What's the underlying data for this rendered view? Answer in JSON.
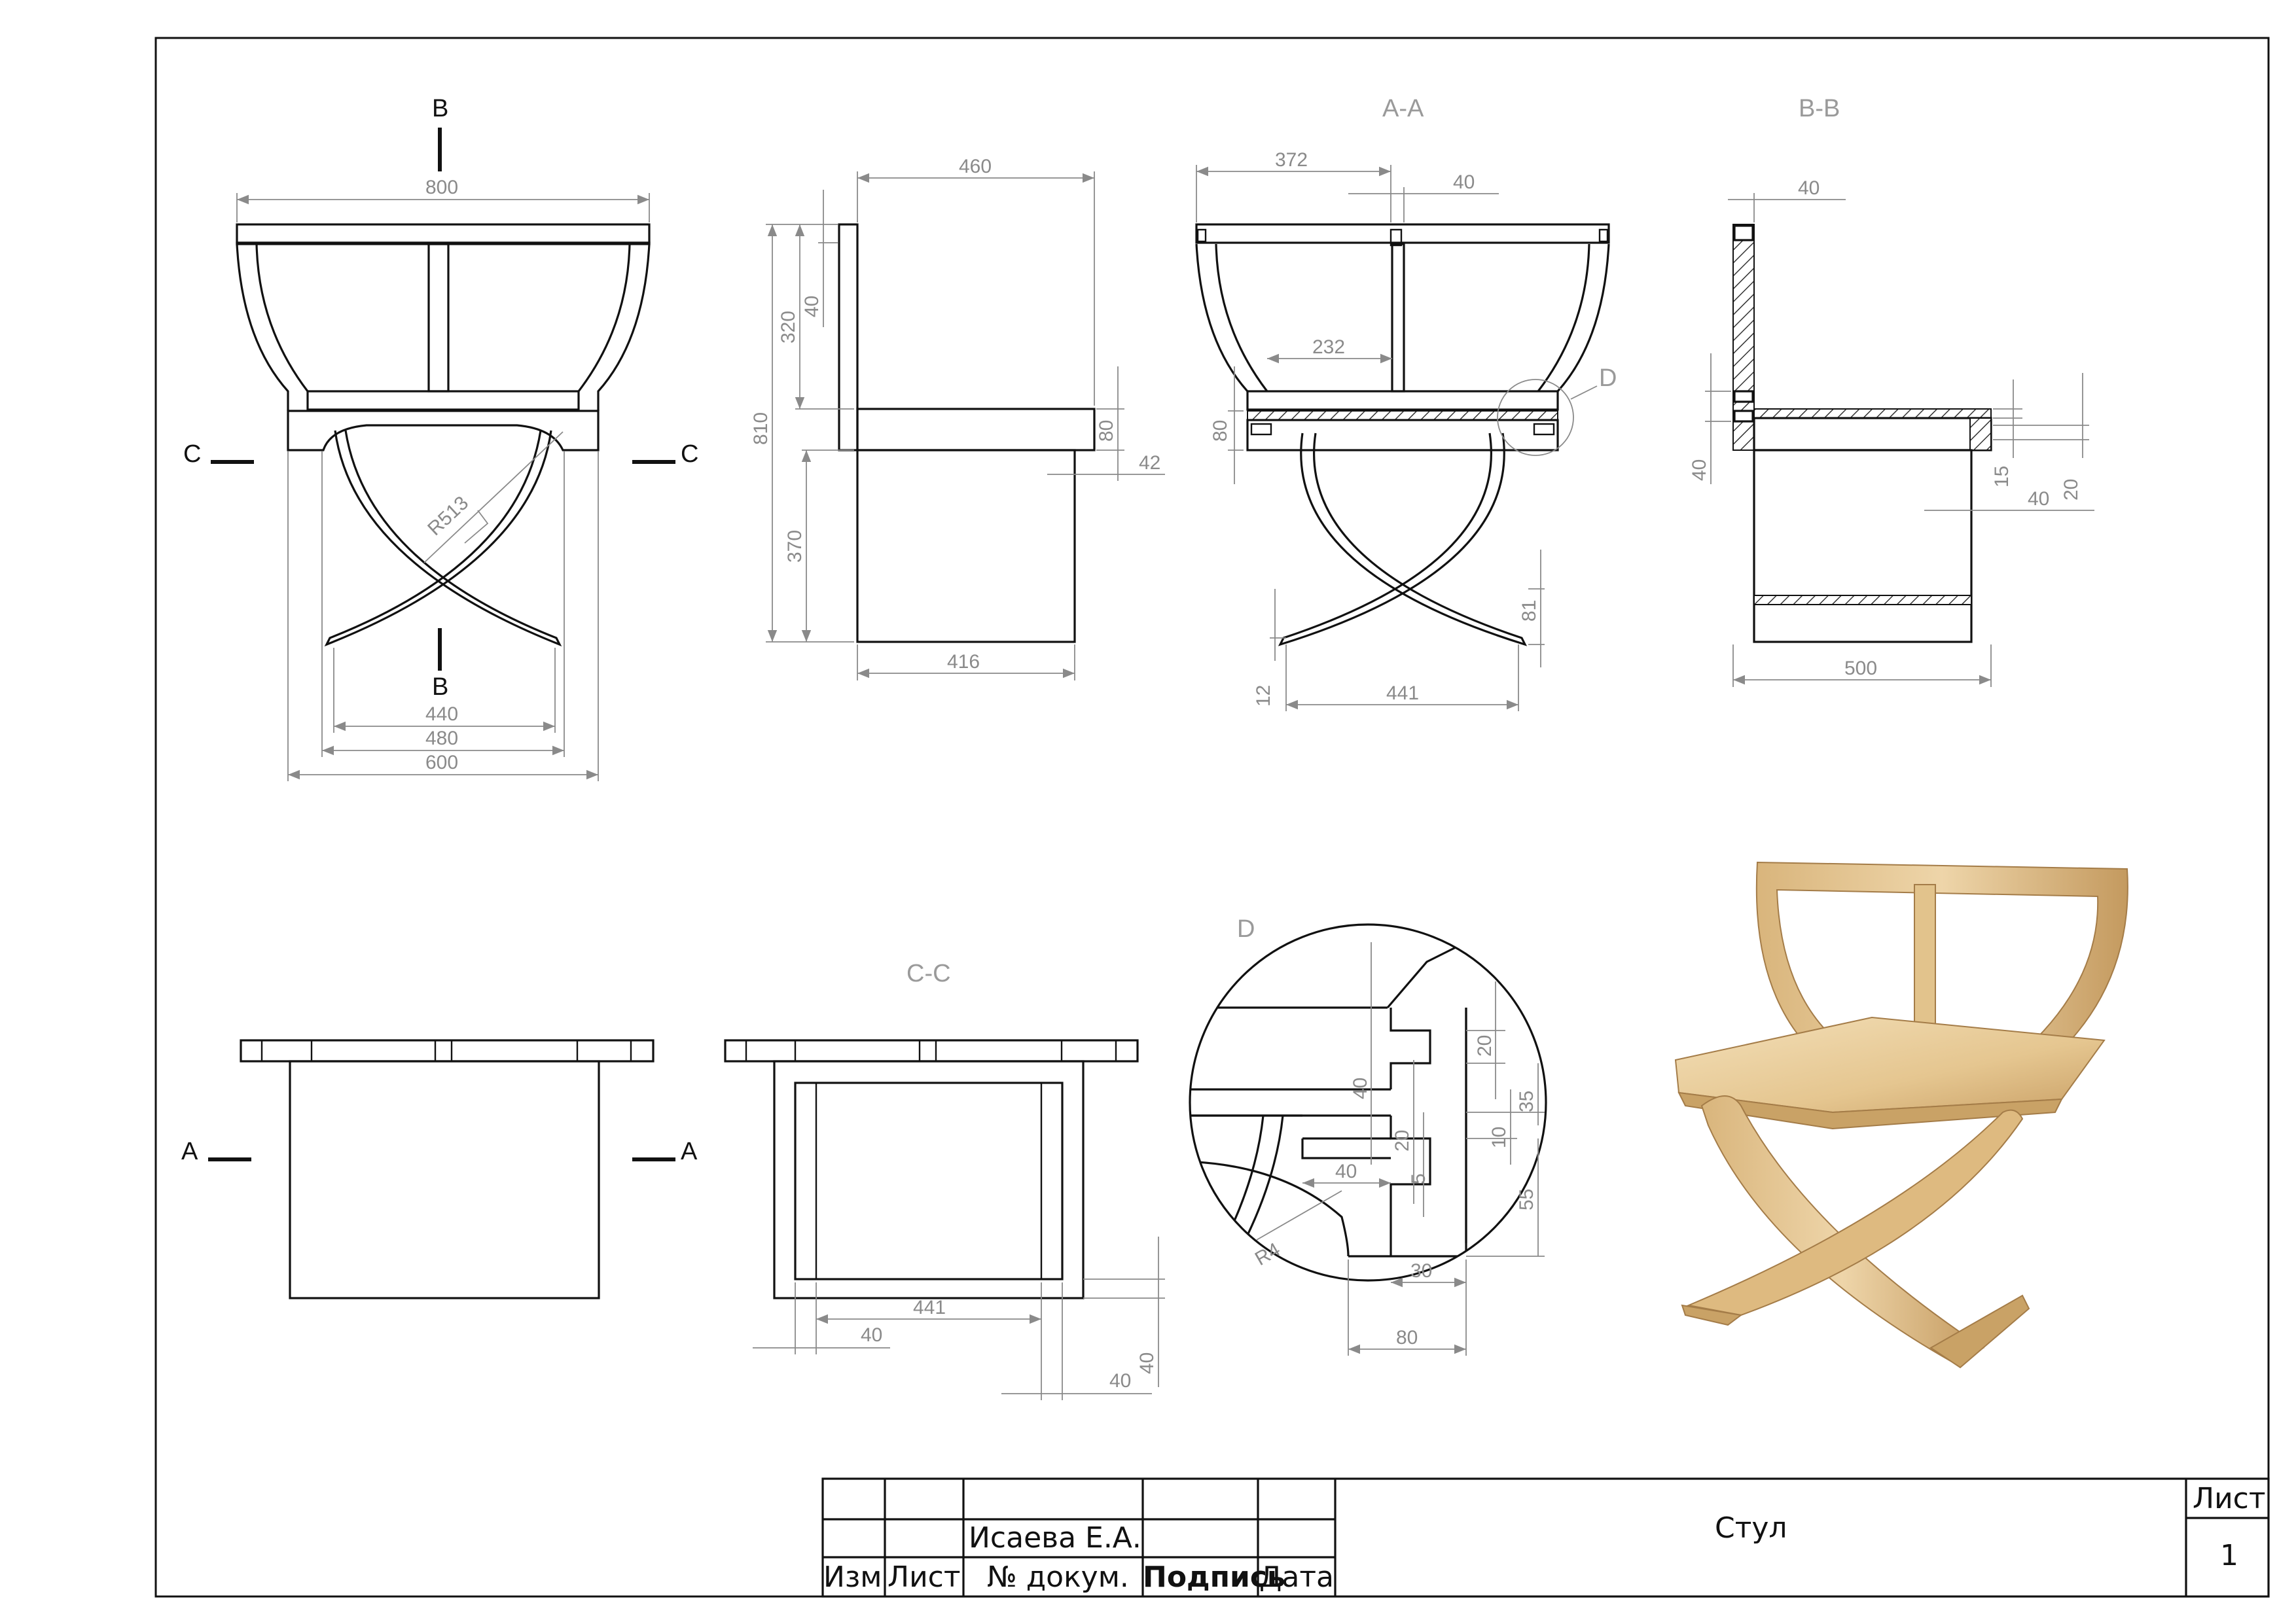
{
  "sheet": {
    "view_labels": {
      "section_a": "A-A",
      "section_b": "B-B",
      "section_c": "C-C",
      "detail_d": "D"
    },
    "cut_marks": {
      "b_top": "B",
      "b_bottom": "B",
      "c_left": "C",
      "c_right": "C",
      "a_left": "A",
      "a_right": "A",
      "d_ref": "D"
    },
    "front_view_dims": {
      "width": "800",
      "radius": "R513",
      "d440": "440",
      "d480": "480",
      "d600": "600"
    },
    "side_view_dims": {
      "depth_top": "460",
      "height_total": "810",
      "back_height": "320",
      "back_rail": "40",
      "seat_thk": "80",
      "seat_gap": "42",
      "leg_height": "370",
      "base_depth": "416"
    },
    "section_a_dims": {
      "half_width": "372",
      "mid_post": "40",
      "inner": "232",
      "seat": "80",
      "foot_h": "81",
      "foot_t": "12",
      "span": "441"
    },
    "section_b_dims": {
      "back_thk": "40",
      "left": "40",
      "d15": "15",
      "d40": "40",
      "d20": "20",
      "depth": "500"
    },
    "section_c_dims": {
      "inner": "441",
      "left": "40",
      "right": "40",
      "height": "40"
    },
    "detail_d_dims": {
      "d40": "40",
      "d20a": "20",
      "d20b": "20",
      "d35": "35",
      "d10": "10",
      "d5": "5",
      "d55": "55",
      "h40": "40",
      "d30": "30",
      "d80": "80",
      "radius": "R4"
    }
  },
  "title_block": {
    "author": "Исаева Е.А.",
    "col_izm": "Изм",
    "col_list": "Лист",
    "col_doc": "№ докум.",
    "col_sign": "Подпись",
    "col_date": "Дата",
    "title": "Стул",
    "sheet_label": "Лист",
    "sheet_number": "1"
  },
  "colors": {
    "wood_light": "#ecd3a6",
    "wood_mid": "#d9b57c",
    "wood_dark": "#b98f55"
  }
}
